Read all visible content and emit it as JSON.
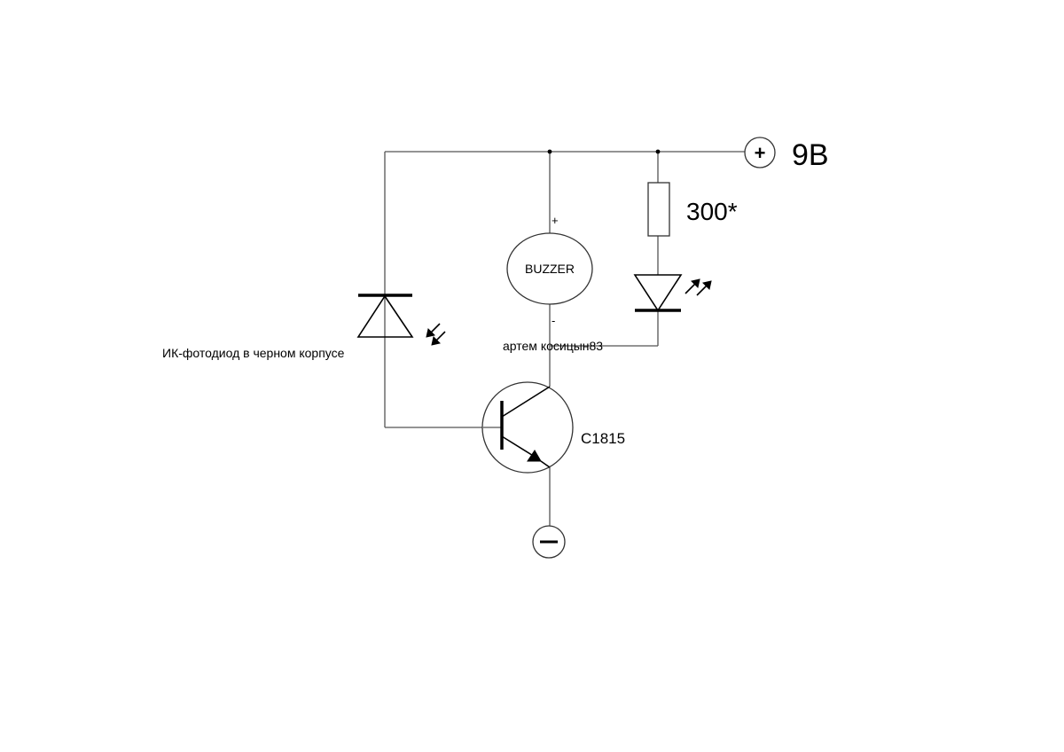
{
  "supply": {
    "plus_symbol": "+",
    "voltage": "9В",
    "minus_symbol": "−"
  },
  "resistor": {
    "value": "300*"
  },
  "buzzer": {
    "label": "BUZZER",
    "pin_plus": "+",
    "pin_minus": "-"
  },
  "photodiode": {
    "caption": "ИК-фотодиод в черном корпусе"
  },
  "transistor": {
    "model": "C1815"
  },
  "watermark": {
    "text": "артем косицын83",
    "color": "#35d4f0"
  }
}
